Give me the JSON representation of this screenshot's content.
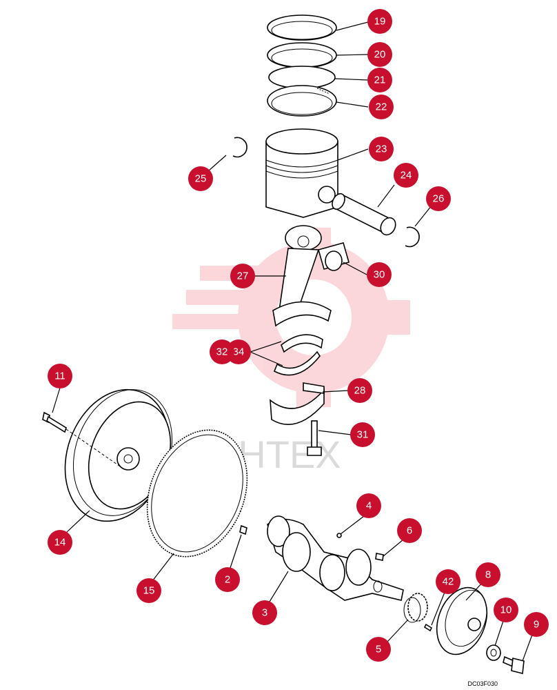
{
  "diagram_code": "DC03F030",
  "watermark_text": "ИНТЕХ",
  "colors": {
    "callout": "#c8102e",
    "watermark": "#e8102e"
  },
  "callouts": [
    {
      "id": "c19",
      "label": "19"
    },
    {
      "id": "c20",
      "label": "20"
    },
    {
      "id": "c21",
      "label": "21"
    },
    {
      "id": "c22",
      "label": "22"
    },
    {
      "id": "c23",
      "label": "23"
    },
    {
      "id": "c24",
      "label": "24"
    },
    {
      "id": "c25",
      "label": "25"
    },
    {
      "id": "c26",
      "label": "26"
    },
    {
      "id": "c27",
      "label": "27"
    },
    {
      "id": "c30",
      "label": "30"
    },
    {
      "id": "c32",
      "label": "32"
    },
    {
      "id": "c34",
      "label": "34"
    },
    {
      "id": "c28",
      "label": "28"
    },
    {
      "id": "c31",
      "label": "31"
    },
    {
      "id": "c11",
      "label": "11"
    },
    {
      "id": "c14",
      "label": "14"
    },
    {
      "id": "c15",
      "label": "15"
    },
    {
      "id": "c4",
      "label": "4"
    },
    {
      "id": "c6",
      "label": "6"
    },
    {
      "id": "c2",
      "label": "2"
    },
    {
      "id": "c3",
      "label": "3"
    },
    {
      "id": "c42",
      "label": "42"
    },
    {
      "id": "c8",
      "label": "8"
    },
    {
      "id": "c10",
      "label": "10"
    },
    {
      "id": "c9",
      "label": "9"
    },
    {
      "id": "c5",
      "label": "5"
    }
  ]
}
